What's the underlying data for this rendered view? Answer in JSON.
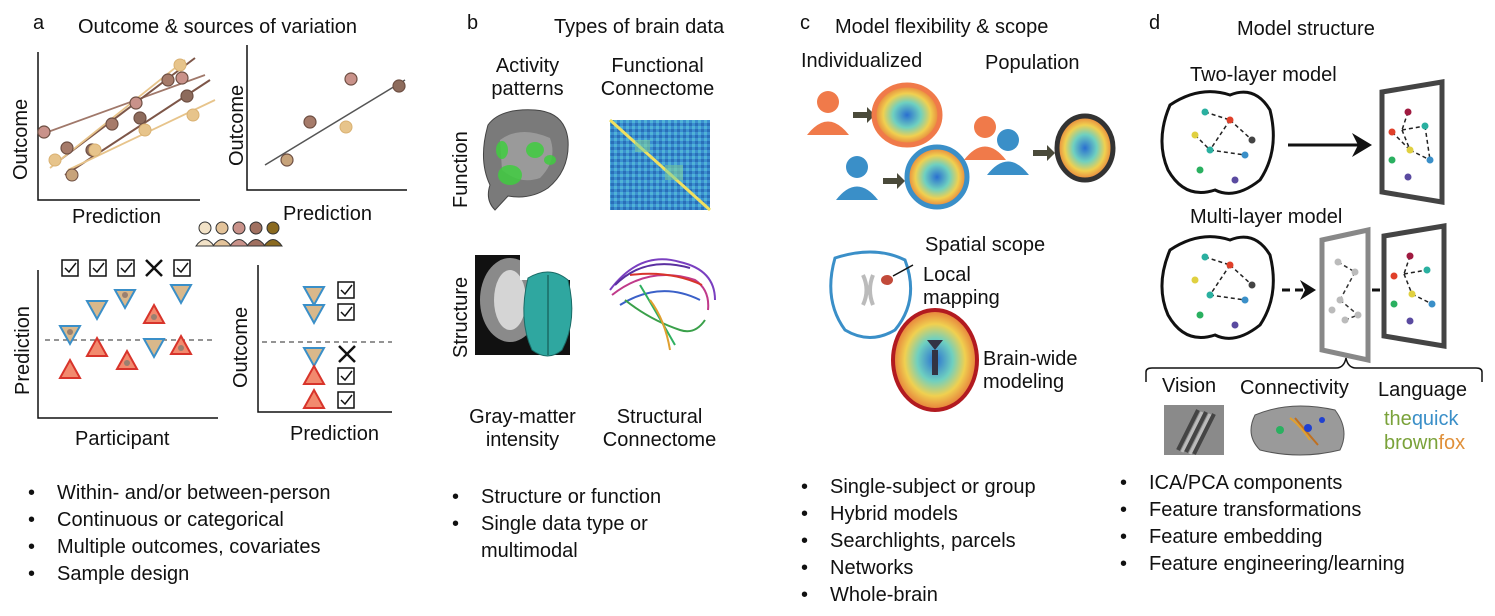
{
  "panel_a": {
    "letter": "a",
    "title": "Outcome & sources of variation",
    "chart1": {
      "ylabel": "Outcome",
      "xlabel": "Prediction"
    },
    "chart2": {
      "ylabel": "Outcome",
      "xlabel": "Prediction"
    },
    "chart3": {
      "ylabel": "Prediction",
      "xlabel": "Participant"
    },
    "chart4": {
      "ylabel": "Outcome",
      "xlabel": "Prediction"
    },
    "bullets": [
      "Within- and/or between-person",
      "Continuous or categorical",
      "Multiple outcomes, covariates",
      "Sample design"
    ]
  },
  "panel_b": {
    "letter": "b",
    "title": "Types of brain data",
    "col1": "Activity\npatterns",
    "col2": "Functional\nConnectome",
    "row1": "Function",
    "row2": "Structure",
    "bot1": "Gray-matter\nintensity",
    "bot2": "Structural\nConnectome",
    "bullets": [
      "Structure or function",
      "Single data type or",
      "multimodal"
    ]
  },
  "panel_c": {
    "letter": "c",
    "title": "Model flexibility & scope",
    "individualized": "Individualized",
    "population": "Population",
    "spatial": "Spatial scope",
    "local": "Local\nmapping",
    "brainwide": "Brain-wide\nmodeling",
    "bullets": [
      "Single-subject or group",
      "Hybrid models",
      "Searchlights, parcels",
      "Networks",
      "Whole-brain"
    ]
  },
  "panel_d": {
    "letter": "d",
    "title": "Model structure",
    "two_layer": "Two-layer model",
    "multi_layer": "Multi-layer model",
    "vision": "Vision",
    "connectivity": "Connectivity",
    "language": "Language",
    "lang_word1a": "the",
    "lang_word1b": "quick",
    "lang_word2a": "brown",
    "lang_word2b": "fox",
    "bullets": [
      "ICA/PCA components",
      "Feature transformations",
      "Feature embedding",
      "Feature engineering/learning"
    ]
  },
  "colors": {
    "orange": "#f07a4a",
    "blue": "#3a8fc8",
    "tan": "#e7c48b",
    "brown": "#8a6251",
    "red": "#d8342b",
    "dark": "#222222"
  }
}
